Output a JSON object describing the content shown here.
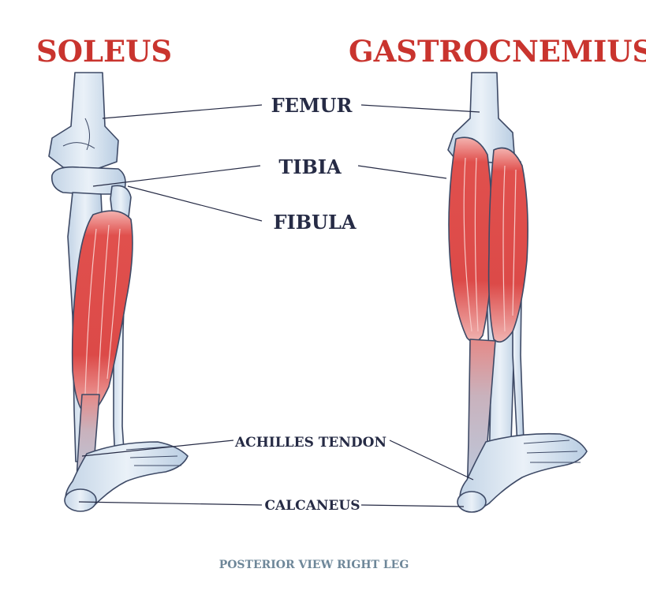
{
  "titles": {
    "left": "SOLEUS",
    "right": "GASTROCNEMIUS"
  },
  "labels": {
    "femur": "FEMUR",
    "tibia": "TIBIA",
    "fibula": "FIBULA",
    "achilles": "ACHILLES TENDON",
    "calcaneus": "CALCANEUS"
  },
  "caption": "POSTERIOR VIEW RIGHT LEG",
  "colors": {
    "title": "#c9342e",
    "label": "#262b45",
    "caption": "#6e8799",
    "bone_fill": "#d3e1ee",
    "bone_stroke": "#3e4a66",
    "muscle": "#dc4a48",
    "muscle_light": "#f3a4a1"
  }
}
